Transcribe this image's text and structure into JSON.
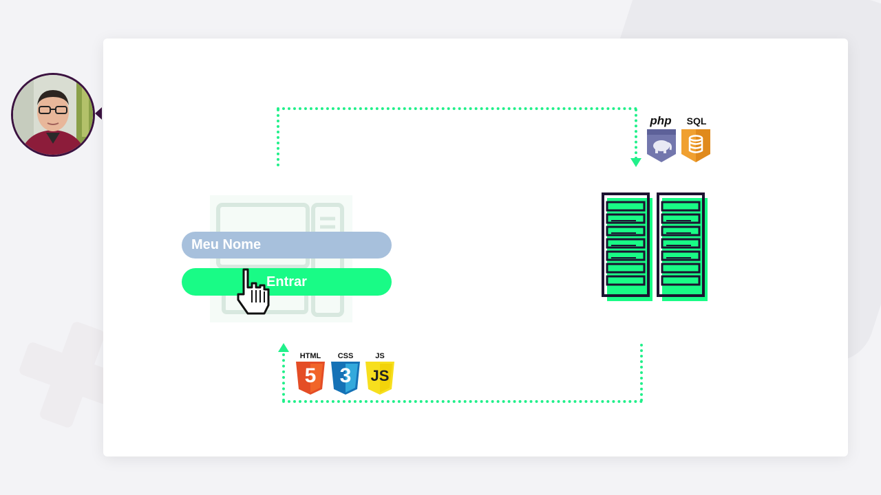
{
  "form": {
    "name_placeholder": "Meu Nome",
    "submit_label": "Entrar"
  },
  "backend": {
    "php_label": "php",
    "sql_label": "SQL"
  },
  "frontend": {
    "html_label": "HTML",
    "css_label": "CSS",
    "js_label": "JS",
    "html_glyph": "5",
    "css_glyph": "3",
    "js_glyph": "JS"
  },
  "colors": {
    "accent_green": "#19fb86",
    "dotted_line": "#21f08a",
    "server_outline": "#1c1230",
    "name_field": "#a7c0dc",
    "php_blue": "#7377ad",
    "sql_orange": "#f0a030",
    "html_orange": "#e44d26",
    "css_blue": "#1572b6",
    "js_yellow": "#f7df1e"
  },
  "icons": [
    "pointer-hand-icon",
    "php-logo-icon",
    "database-icon",
    "server-rack-icon",
    "html5-logo-icon",
    "css3-logo-icon",
    "js-logo-icon"
  ]
}
